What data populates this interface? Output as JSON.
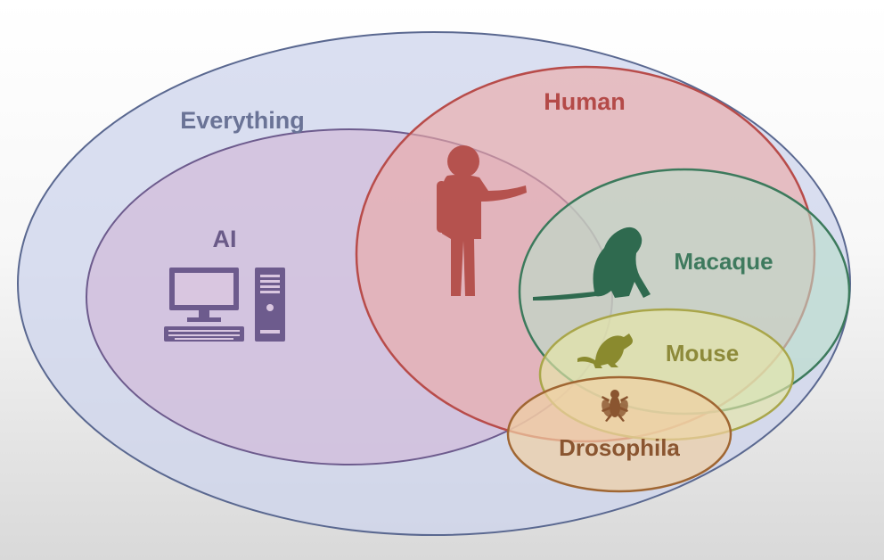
{
  "sets": {
    "everything": {
      "label": "Everything",
      "color": "#6a7396",
      "fill": "#c9d0ea",
      "stroke": "#5a6890"
    },
    "ai": {
      "label": "AI",
      "color": "#6a5a88",
      "fill": "#cdb8d8",
      "stroke": "#6d5b8d"
    },
    "human": {
      "label": "Human",
      "color": "#b44a48",
      "fill": "#eaa7a5",
      "stroke": "#b84c4a"
    },
    "macaque": {
      "label": "Macaque",
      "color": "#3f7a5e",
      "fill": "#b8dcc9",
      "stroke": "#3c7a5c"
    },
    "mouse": {
      "label": "Mouse",
      "color": "#8d8a3a",
      "fill": "#e3e3a6",
      "stroke": "#a9a64a"
    },
    "drosophila": {
      "label": "Drosophila",
      "color": "#8a5530",
      "fill": "#efcfa3",
      "stroke": "#a06632"
    }
  },
  "icons": {
    "ai": "computer-icon",
    "human": "person-icon",
    "macaque": "monkey-icon",
    "mouse": "mouse-icon",
    "drosophila": "fly-icon"
  }
}
